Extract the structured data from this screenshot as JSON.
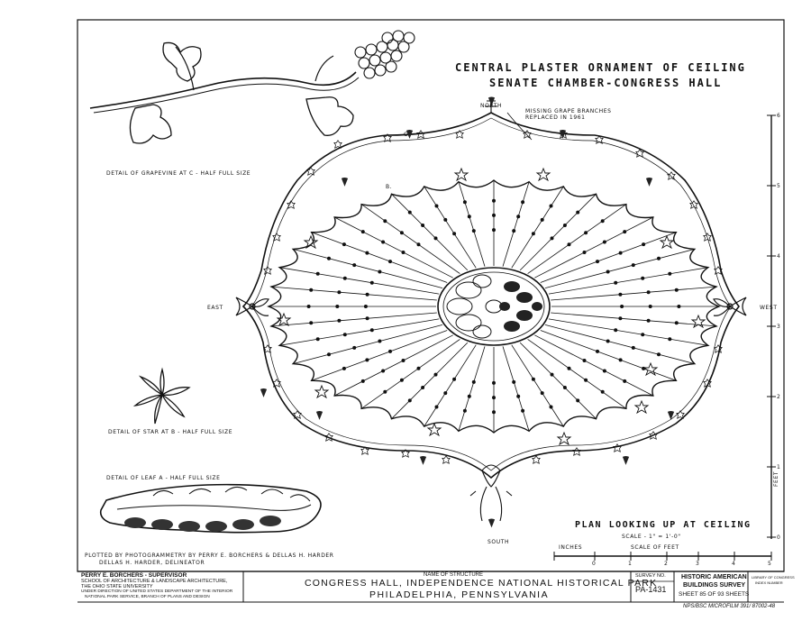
{
  "drawing": {
    "title_line1": "CENTRAL PLASTER ORNAMENT OF CEILING",
    "title_line2": "SENATE CHAMBER-CONGRESS HALL",
    "note_missing": [
      "MISSING GRAPE BRANCHES",
      "REPLACED IN 1961"
    ],
    "directions": {
      "north": "NORTH",
      "south": "SOUTH",
      "east": "EAST",
      "west": "WEST"
    },
    "callouts": {
      "c": "C.",
      "b": "B."
    },
    "details": {
      "grapevine": "DETAIL OF GRAPEVINE AT C - HALF FULL SIZE",
      "star": "DETAIL OF STAR AT B - HALF FULL SIZE",
      "leaf": "DETAIL OF LEAF A - HALF FULL SIZE"
    },
    "plotted_by": "PLOTTED BY PHOTOGRAMMETRY BY PERRY E. BORCHERS & DELLAS H. HARDER",
    "delineator": "DELLAS H. HARDER, DELINEATOR",
    "plan_title": "PLAN LOOKING UP AT CEILING",
    "plan_scale": "SCALE - 1\" = 1'-0\"",
    "scale_bar": {
      "inches_label": "INCHES",
      "feet_label": "SCALE OF FEET",
      "ticks": [
        "0",
        "1",
        "2",
        "3",
        "4",
        "5"
      ]
    },
    "vertical_scale": {
      "feet_label": "FEET",
      "ticks": [
        "0",
        "1",
        "2",
        "3",
        "4",
        "5",
        "6"
      ]
    }
  },
  "title_block": {
    "credits": [
      "PERRY E. BORCHERS - SUPERVISOR",
      "SCHOOL OF ARCHITECTURE & LANDSCAPE ARCHITECTURE,",
      "THE OHIO STATE UNIVERSITY",
      "UNDER DIRECTION OF UNITED STATES DEPARTMENT OF THE INTERIOR",
      "NATIONAL PARK SERVICE, BRANCH OF PLANS AND DESIGN"
    ],
    "name_label": "NAME OF STRUCTURE",
    "structure_name": "CONGRESS HALL, INDEPENDENCE NATIONAL HISTORICAL PARK",
    "location": "PHILADELPHIA, PENNSYLVANIA",
    "survey_label": "SURVEY NO.",
    "survey_no": "PA-1431",
    "habs_line1": "HISTORIC AMERICAN",
    "habs_line2": "BUILDINGS SURVEY",
    "sheet": "SHEET 85 OF 93 SHEETS",
    "corner_note": [
      "LIBRARY OF CONGRESS",
      "INDEX NUMBER"
    ],
    "microfilm": "NPS/BSC MICROFILM 391/ 87002-48"
  }
}
